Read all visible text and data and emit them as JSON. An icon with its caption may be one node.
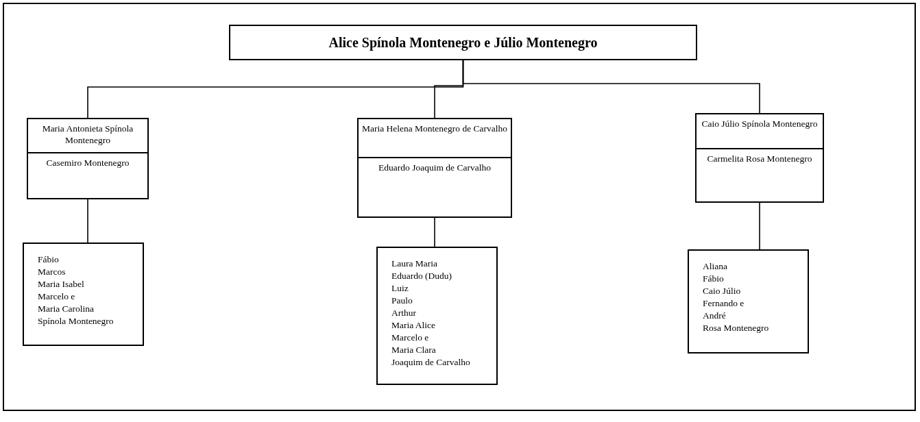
{
  "diagram": {
    "nodes": [
      {
        "text": [
          "Alice Spínola Montenegro e Júlio Montenegro"
        ]
      },
      {
        "text": [
          "Maria Antonieta Spínola Montenegro",
          "Casemiro Montenegro"
        ]
      },
      {
        "text": [
          "Maria Helena Montenegro de Carvalho",
          "Eduardo Joaquim de Carvalho"
        ]
      },
      {
        "text": [
          "Caio Júlio Spínola Montenegro",
          "Carmelita Rosa Montenegro"
        ]
      },
      {
        "text": [
          "Fábio",
          "Marcos",
          "Maria Isabel",
          "Marcelo e",
          "Maria Carolina",
          "Spínola Montenegro"
        ]
      },
      {
        "text": [
          "Laura Maria",
          "Eduardo (Dudu)",
          "Luiz",
          "Paulo",
          "Arthur",
          "Maria Alice",
          "Marcelo e",
          "Maria Clara",
          "Joaquim de Carvalho"
        ]
      },
      {
        "text": [
          "Aliana",
          "Fábio",
          "Caio Júlio",
          "Fernando e",
          "André",
          "Rosa Montenegro"
        ]
      }
    ],
    "edges": [
      {
        "from": 0,
        "to": 1,
        "arrow": "none"
      },
      {
        "from": 0,
        "to": 2,
        "arrow": "none"
      },
      {
        "from": 0,
        "to": 3,
        "arrow": "none"
      },
      {
        "from": 1,
        "to": 4,
        "arrow": "none"
      },
      {
        "from": 2,
        "to": 5,
        "arrow": "none"
      },
      {
        "from": 3,
        "to": 6,
        "arrow": "none"
      }
    ]
  }
}
